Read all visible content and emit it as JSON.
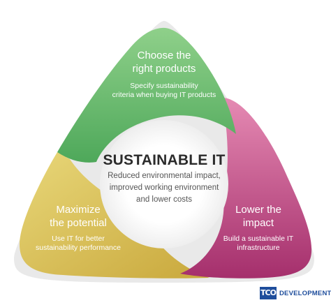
{
  "center": {
    "title": "SUSTAINABLE IT",
    "desc_lines": [
      "Reduced environmental impact,",
      "improved working environment",
      "and lower costs"
    ]
  },
  "segments": [
    {
      "id": "top",
      "title_lines": [
        "Choose the",
        "right products"
      ],
      "desc_lines": [
        "Specify sustainability",
        "criteria when buying IT products"
      ],
      "color": "#6fbf6f"
    },
    {
      "id": "right",
      "title_lines": [
        "Lower the",
        "impact"
      ],
      "desc_lines": [
        "Build a sustainable IT",
        "infrastructure"
      ],
      "color": "#b8407c"
    },
    {
      "id": "left",
      "title_lines": [
        "Maximize",
        "the potential"
      ],
      "desc_lines": [
        "Use IT for better",
        "sustainability performance"
      ],
      "color": "#d6bd4f"
    }
  ],
  "logo": {
    "mark": "TCO",
    "text": "DEVELOPMENT"
  }
}
